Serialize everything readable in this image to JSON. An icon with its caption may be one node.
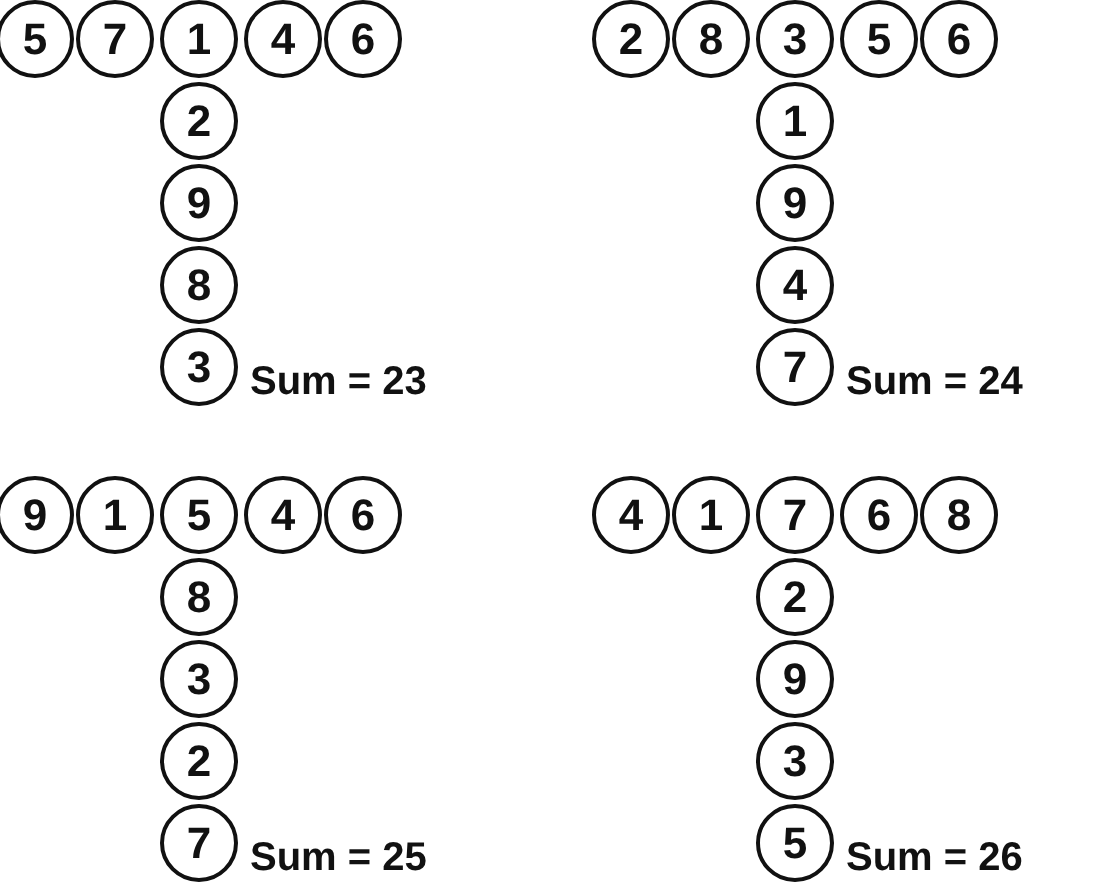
{
  "diagram": {
    "nodes": [
      {
        "text": [
          "5"
        ]
      },
      {
        "text": [
          "7"
        ]
      },
      {
        "text": [
          "1"
        ]
      },
      {
        "text": [
          "4"
        ]
      },
      {
        "text": [
          "6"
        ]
      },
      {
        "text": [
          "2"
        ]
      },
      {
        "text": [
          "9"
        ]
      },
      {
        "text": [
          "8"
        ]
      },
      {
        "text": [
          "3"
        ]
      },
      {
        "text": [
          "2"
        ]
      },
      {
        "text": [
          "8"
        ]
      },
      {
        "text": [
          "3"
        ]
      },
      {
        "text": [
          "5"
        ]
      },
      {
        "text": [
          "6"
        ]
      },
      {
        "text": [
          "1"
        ]
      },
      {
        "text": [
          "9"
        ]
      },
      {
        "text": [
          "4"
        ]
      },
      {
        "text": [
          "7"
        ]
      },
      {
        "text": [
          "9"
        ]
      },
      {
        "text": [
          "1"
        ]
      },
      {
        "text": [
          "5"
        ]
      },
      {
        "text": [
          "4"
        ]
      },
      {
        "text": [
          "6"
        ]
      },
      {
        "text": [
          "8"
        ]
      },
      {
        "text": [
          "3"
        ]
      },
      {
        "text": [
          "2"
        ]
      },
      {
        "text": [
          "7"
        ]
      },
      {
        "text": [
          "4"
        ]
      },
      {
        "text": [
          "1"
        ]
      },
      {
        "text": [
          "7"
        ]
      },
      {
        "text": [
          "6"
        ]
      },
      {
        "text": [
          "8"
        ]
      },
      {
        "text": [
          "2"
        ]
      },
      {
        "text": [
          "9"
        ]
      },
      {
        "text": [
          "3"
        ]
      },
      {
        "text": [
          "5"
        ]
      }
    ],
    "labels": [
      "Sum = 23",
      "Sum = 24",
      "Sum = 25",
      "Sum = 26"
    ]
  }
}
